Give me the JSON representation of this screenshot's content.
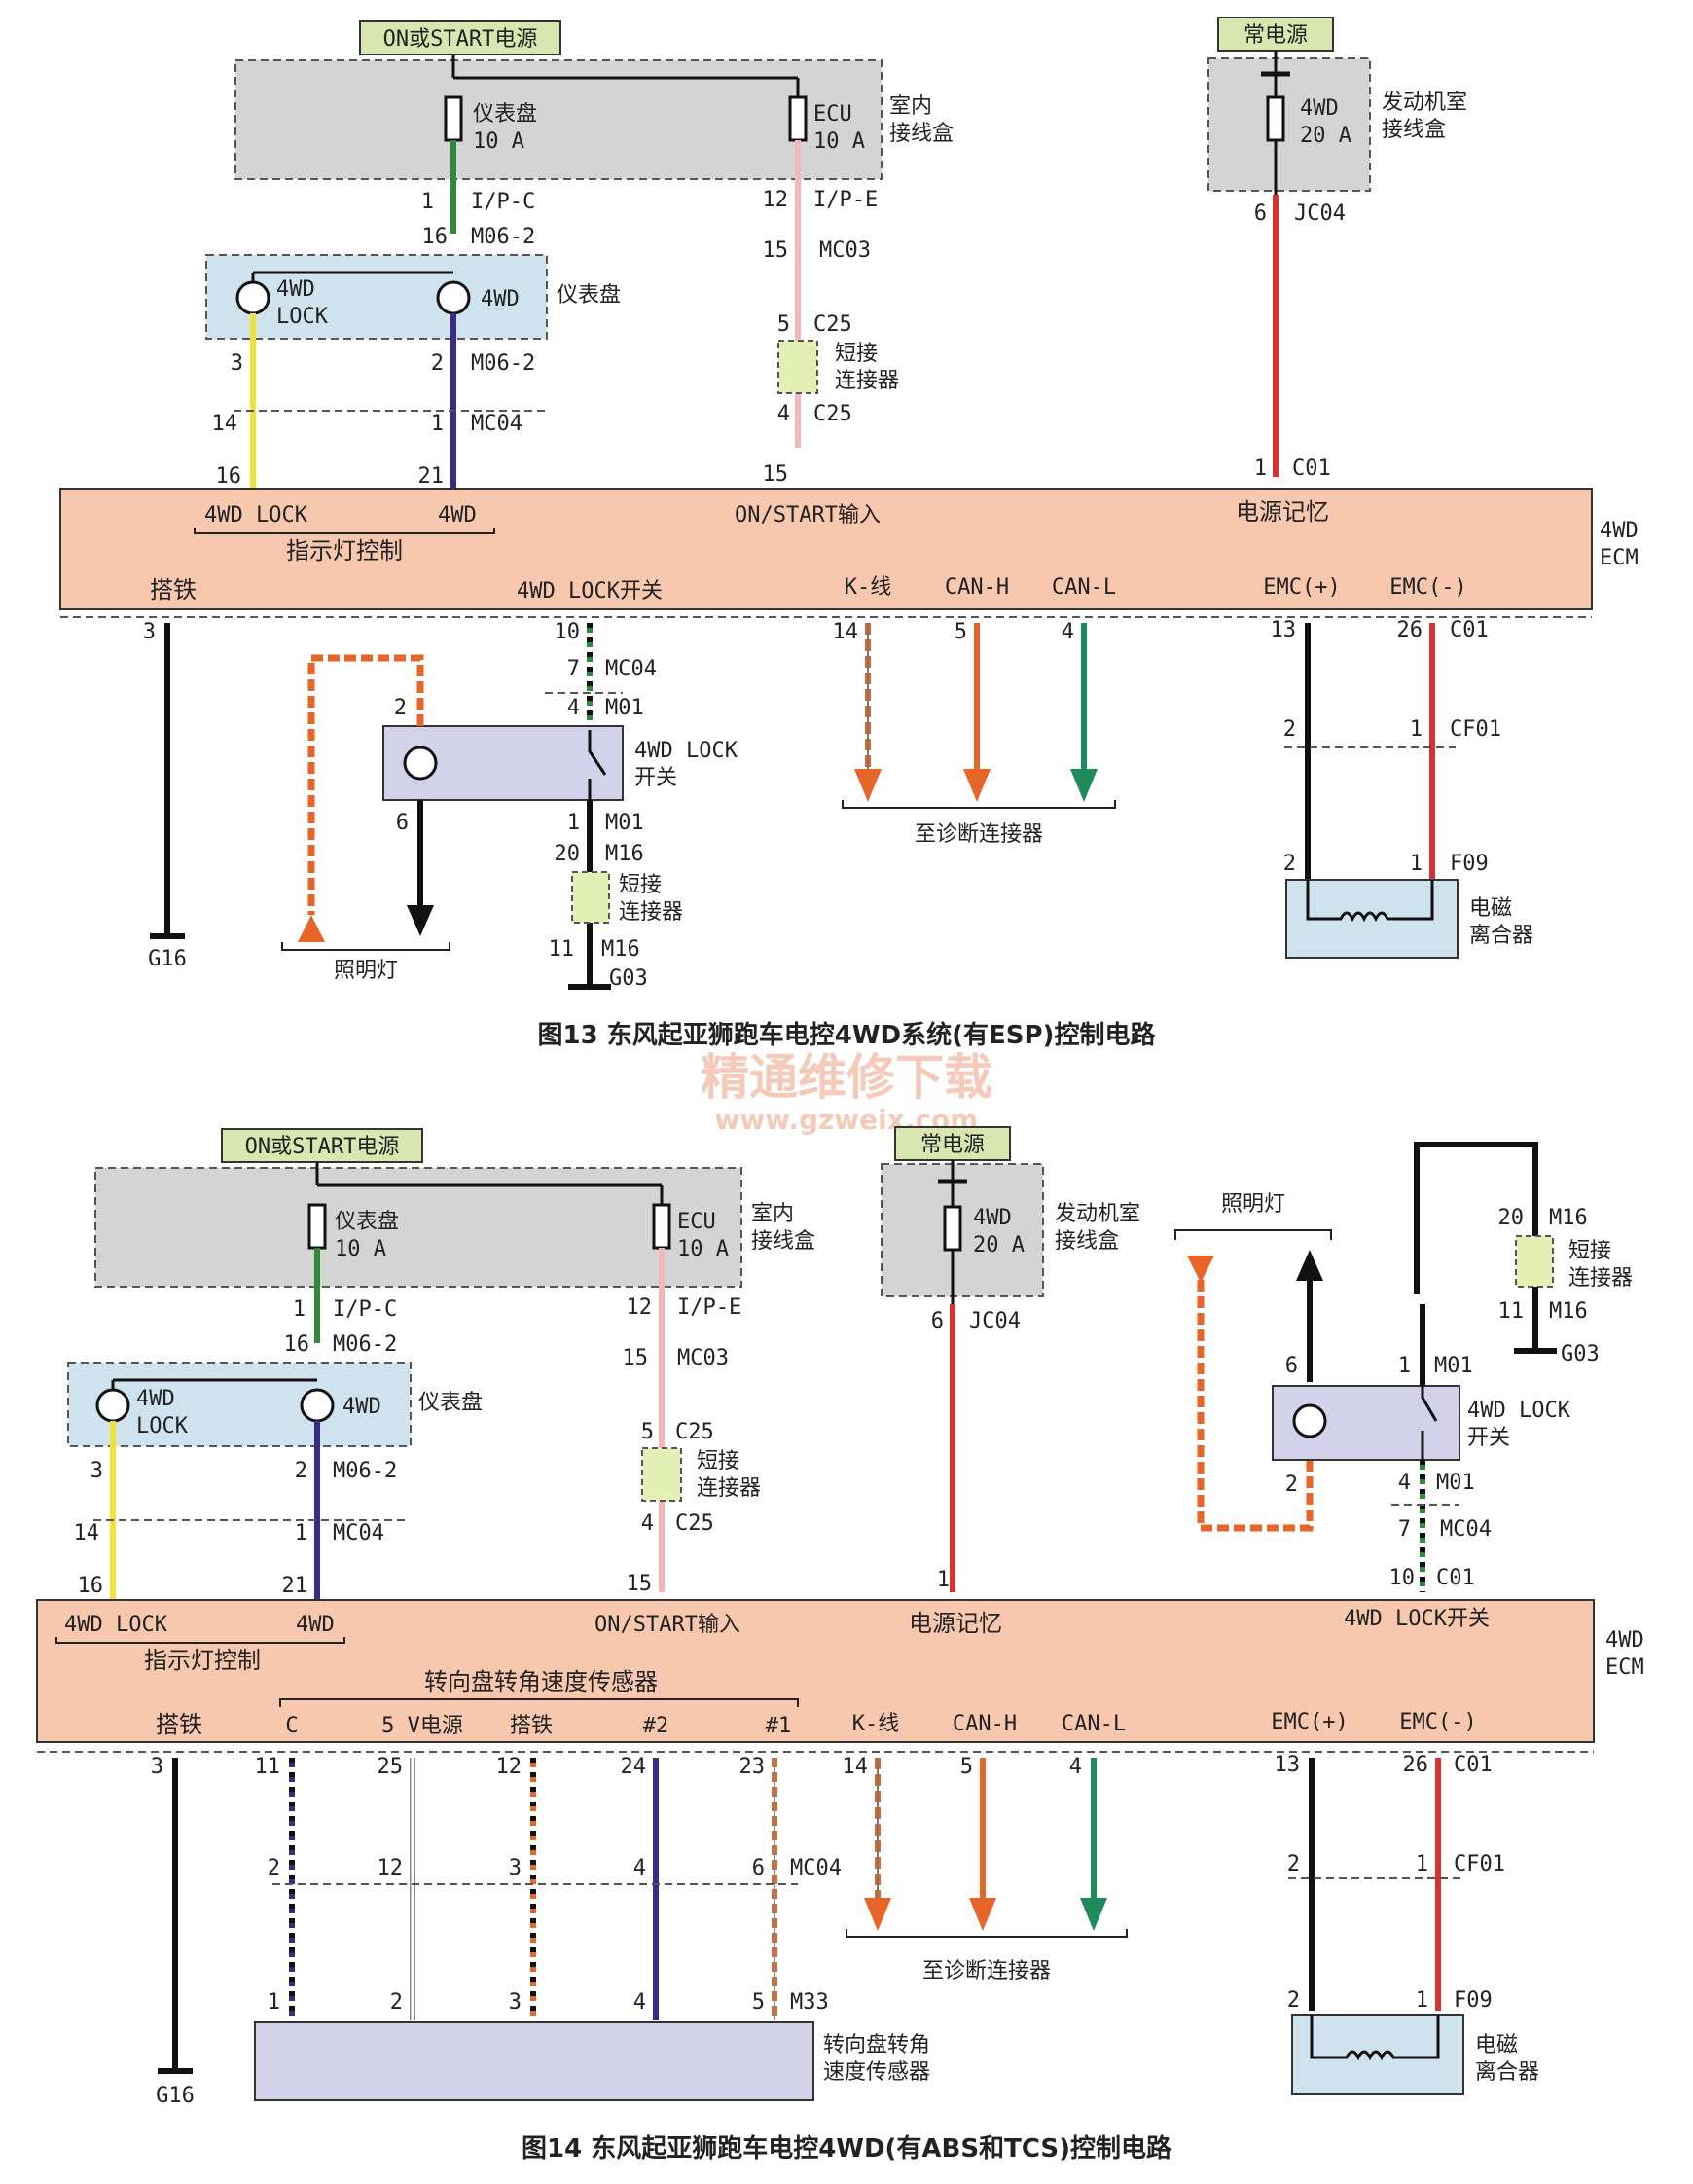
{
  "figure13": {
    "on_start_label": "ON或START电源",
    "const_power_label": "常电源",
    "fuse_panel": "仪表盘",
    "fuse_panel_rating": "10 A",
    "fuse_ecu": "ECU",
    "fuse_ecu_rating": "10 A",
    "interior_box_l1": "室内",
    "interior_box_l2": "接线盒",
    "fuse_4wd": "4WD",
    "fuse_4wd_rating": "20 A",
    "engine_box_l1": "发动机室",
    "engine_box_l2": "接线盒",
    "instrument_label": "仪表盘",
    "lamp_4wd_lock_l1": "4WD",
    "lamp_4wd_lock_l2": "LOCK",
    "lamp_4wd": "4WD",
    "conn_ipc": "I/P-C",
    "conn_m062": "M06-2",
    "conn_m062b": "M06-2",
    "conn_mc04": "MC04",
    "conn_ipe": "I/P-E",
    "conn_mc03": "MC03",
    "conn_c25a": "C25",
    "conn_c25b": "C25",
    "conn_jc04": "JC04",
    "conn_c01": "C01",
    "shorting_l1": "短接",
    "shorting_l2": "连接器",
    "ecm_4wd_lock": "4WD LOCK",
    "ecm_4wd": "4WD",
    "ecm_indicator": "指示灯控制",
    "ecm_on_start": "ON/START输入",
    "ecm_power_memory": "电源记忆",
    "ecm_name_l1": "4WD",
    "ecm_name_l2": "ECM",
    "ecm_ground": "搭铁",
    "ecm_lock_switch": "4WD LOCK开关",
    "ecm_kline": "K-线",
    "ecm_canh": "CAN-H",
    "ecm_canl": "CAN-L",
    "ecm_emc_pos": "EMC(+)",
    "ecm_emc_neg": "EMC(-)",
    "pins": {
      "p1": "1",
      "p16a": "16",
      "p3": "3",
      "p2": "2",
      "p14": "14",
      "p1b": "1",
      "p16": "16",
      "p21": "21",
      "p12": "12",
      "p15a": "15",
      "p5": "5",
      "p4": "4",
      "p15": "15",
      "p6": "6",
      "p1c": "1",
      "o3": "3",
      "o10": "10",
      "o7": "7",
      "o4": "4",
      "o2": "2",
      "o6": "6",
      "o1": "1",
      "o20": "20",
      "o11": "11",
      "o14": "14",
      "o5": "5",
      "o4b": "4",
      "o13": "13",
      "o26": "26",
      "o2b": "2",
      "o1b": "1",
      "o2c": "2",
      "o1c": "1"
    },
    "conn_mc04b": "MC04",
    "conn_m01a": "M01",
    "conn_m01b": "M01",
    "conn_m16a": "M16",
    "conn_m16b": "M16",
    "conn_g03": "G03",
    "conn_c01b": "C01",
    "conn_cf01": "CF01",
    "conn_f09": "F09",
    "g16": "G16",
    "lock_switch_l1": "4WD LOCK",
    "lock_switch_l2": "开关",
    "lighting": "照明灯",
    "to_diag": "至诊断连接器",
    "clutch_l1": "电磁",
    "clutch_l2": "离合器",
    "caption": "图13 东风起亚狮跑车电控4WD系统(有ESP)控制电路"
  },
  "watermark": {
    "line1": "精通维修下载",
    "line2": "www.gzweix.com"
  },
  "figure14": {
    "on_start_label": "ON或START电源",
    "const_power_label": "常电源",
    "fuse_panel": "仪表盘",
    "fuse_panel_rating": "10 A",
    "fuse_ecu": "ECU",
    "fuse_ecu_rating": "10 A",
    "interior_box_l1": "室内",
    "interior_box_l2": "接线盒",
    "fuse_4wd": "4WD",
    "fuse_4wd_rating": "20 A",
    "engine_box_l1": "发动机室",
    "engine_box_l2": "接线盒",
    "instrument_label": "仪表盘",
    "lamp_4wd_lock_l1": "4WD",
    "lamp_4wd_lock_l2": "LOCK",
    "lamp_4wd": "4WD",
    "conn_ipc": "I/P-C",
    "conn_m062": "M06-2",
    "conn_m062b": "M06-2",
    "conn_mc04": "MC04",
    "conn_ipe": "I/P-E",
    "conn_mc03": "MC03",
    "conn_c25a": "C25",
    "conn_c25b": "C25",
    "conn_jc04": "JC04",
    "conn_c01": "C01",
    "shorting_l1": "短接",
    "shorting_l2": "连接器",
    "lighting": "照明灯",
    "conn_m16a": "M16",
    "conn_m16b": "M16",
    "conn_g03": "G03",
    "conn_m01a": "M01",
    "conn_m01b": "M01",
    "conn_mc04b": "MC04",
    "conn_c01b": "C01",
    "lock_switch_l1": "4WD LOCK",
    "lock_switch_l2": "开关",
    "ecm_4wd_lock": "4WD LOCK",
    "ecm_4wd": "4WD",
    "ecm_indicator": "指示灯控制",
    "ecm_on_start": "ON/START输入",
    "ecm_power_memory": "电源记忆",
    "ecm_lock_switch": "4WD LOCK开关",
    "ecm_name_l1": "4WD",
    "ecm_name_l2": "ECM",
    "ecm_steer_sensor": "转向盘转角速度传感器",
    "ecm_ground": "搭铁",
    "ecm_c": "C",
    "ecm_5v": "5 V电源",
    "ecm_ground2": "搭铁",
    "ecm_n2": "#2",
    "ecm_n1": "#1",
    "ecm_kline": "K-线",
    "ecm_canh": "CAN-H",
    "ecm_canl": "CAN-L",
    "ecm_emc_pos": "EMC(+)",
    "ecm_emc_neg": "EMC(-)",
    "pins": {
      "p1": "1",
      "p16a": "16",
      "p3": "3",
      "p2": "2",
      "p14": "14",
      "p1b": "1",
      "p16": "16",
      "p21": "21",
      "p12": "12",
      "p15a": "15",
      "p5": "5",
      "p4": "4",
      "p15": "15",
      "p6": "6",
      "p1c": "1",
      "s20": "20",
      "s11": "11",
      "s6": "6",
      "s1": "1",
      "s2": "2",
      "s4": "4",
      "s7": "7",
      "s10": "10",
      "o3": "3",
      "o11": "11",
      "o25": "25",
      "o12": "12",
      "o24": "24",
      "o23": "23",
      "o14": "14",
      "o5": "5",
      "o4": "4",
      "o13": "13",
      "o26": "26",
      "m2": "2",
      "m12": "12",
      "m3": "3",
      "m4": "4",
      "m6": "6",
      "b1": "1",
      "b2": "2",
      "b3": "3",
      "b4": "4",
      "b5": "5",
      "e2": "2",
      "e1": "1",
      "e2b": "2",
      "e1b": "1"
    },
    "conn_mc04c": "MC04",
    "conn_m33": "M33",
    "conn_c01c": "C01",
    "conn_cf01": "CF01",
    "conn_f09": "F09",
    "g16": "G16",
    "to_diag": "至诊断连接器",
    "steer_sensor_l1": "转向盘转角",
    "steer_sensor_l2": "速度传感器",
    "clutch_l1": "电磁",
    "clutch_l2": "离合器",
    "caption": "图14 东风起亚狮跑车电控4WD(有ABS和TCS)控制电路"
  }
}
